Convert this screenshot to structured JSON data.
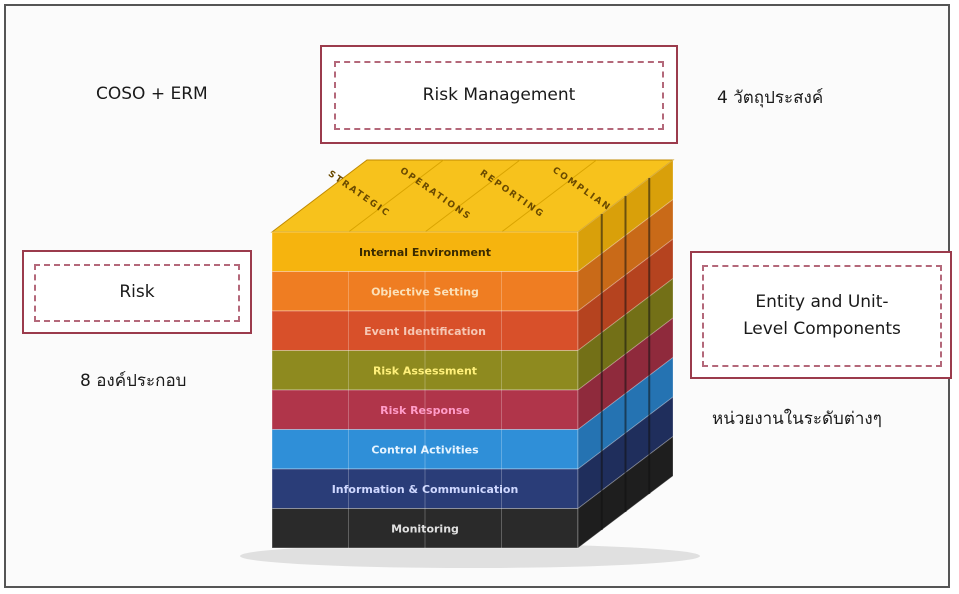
{
  "labels": {
    "top_left": "COSO + ERM",
    "top_center_box": "Risk Management",
    "top_right": "4 วัตถุประสงค์",
    "left_box": "Risk",
    "left_below": "8 องค์ประกอบ",
    "right_box_line1": "Entity and Unit-",
    "right_box_line2": "Level Components",
    "right_below": "หน่วยงานในระดับต่างๆ"
  },
  "cube": {
    "top_face_labels": [
      "STRATEGIC",
      "OPERATIONS",
      "REPORTING",
      "COMPLIANCE"
    ],
    "layers": [
      {
        "label": "Internal Environment",
        "color": "#f6b40e",
        "text_color": "#3a2a00"
      },
      {
        "label": "Objective Setting",
        "color": "#ef7d22",
        "text_color": "#fbe0b8"
      },
      {
        "label": "Event Identification",
        "color": "#d8502a",
        "text_color": "#f6c7b4"
      },
      {
        "label": "Risk Assessment",
        "color": "#8e8a1f",
        "text_color": "#fff07a"
      },
      {
        "label": "Risk Response",
        "color": "#b0354a",
        "text_color": "#ff9cc8"
      },
      {
        "label": "Control Activities",
        "color": "#2f8fd8",
        "text_color": "#e6f4ff"
      },
      {
        "label": "Information & Communication",
        "color": "#2a3d78",
        "text_color": "#cfd8ff"
      },
      {
        "label": "Monitoring",
        "color": "#2a2a2a",
        "text_color": "#e0e0e0"
      }
    ],
    "top_color": "#f7c21c",
    "side_colors": [
      "#d9a00a",
      "#c96a18",
      "#b5431f",
      "#737017",
      "#8f2a3c",
      "#2573b2",
      "#1f2e5c",
      "#1e1e1e"
    ]
  }
}
